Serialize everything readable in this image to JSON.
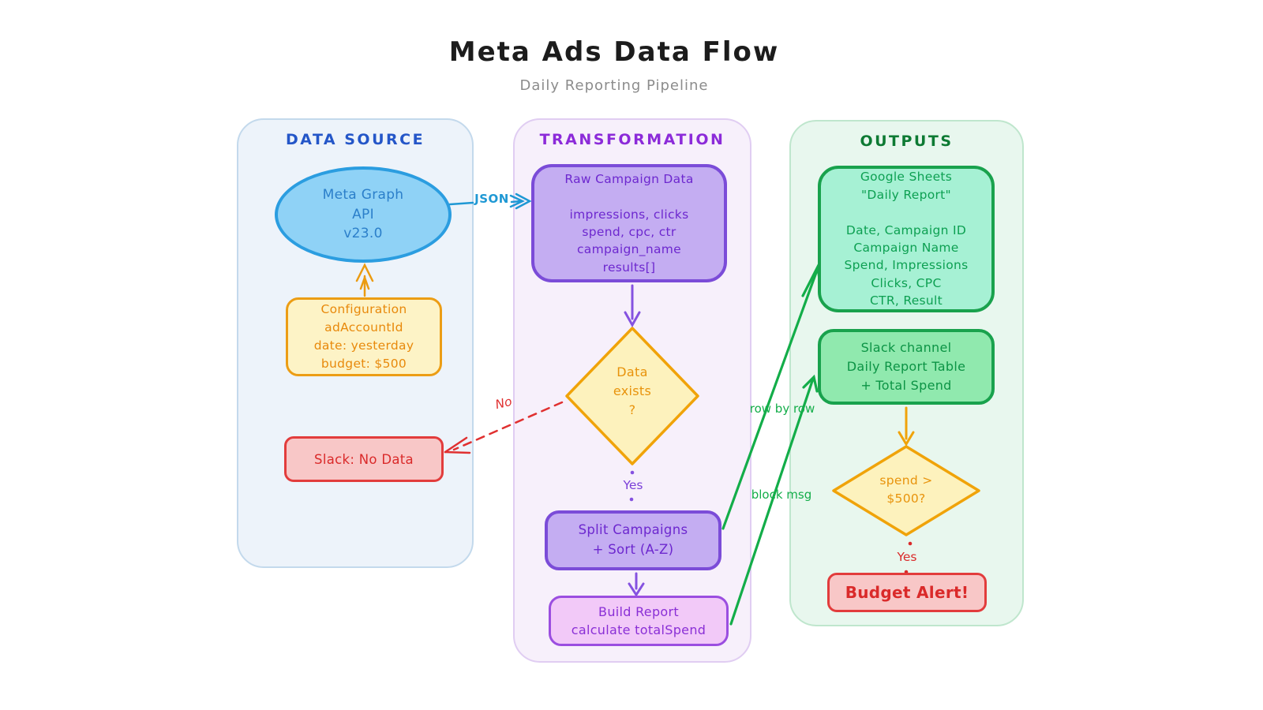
{
  "title": "Meta Ads Data Flow",
  "subtitle": "Daily Reporting Pipeline",
  "palette": {
    "data_source_blue": "#2456c8",
    "api_blue": "#2b9de0",
    "config_orange": "#ec9d14",
    "alert_red": "#e23c3c",
    "transformation_purple": "#8c2bd9",
    "node_purple": "#7b4cd8",
    "outputs_green": "#0d7a33",
    "node_green": "#19a24d",
    "edge_green": "#13ad49",
    "edge_blue": "#1f98d4",
    "decision_yellow": "#f0a309"
  },
  "data_source": {
    "header": "DATA SOURCE",
    "api": "Meta Graph\nAPI\nv23.0",
    "configuration": "Configuration\nadAccountId\ndate: yesterday\nbudget: $500",
    "slack_no_data": "Slack: No Data"
  },
  "transformation": {
    "header": "TRANSFORMATION",
    "raw_campaign_data": "Raw Campaign Data\n\nimpressions, clicks\nspend, cpc, ctr\ncampaign_name\nresults[]",
    "data_exists": "Data\nexists\n?",
    "yes_label": "Yes",
    "split_campaigns": "Split Campaigns\n+ Sort (A-Z)",
    "build_report": "Build Report\ncalculate totalSpend"
  },
  "outputs": {
    "header": "OUTPUTS",
    "google_sheets": "Google Sheets\n\"Daily Report\"\n\nDate, Campaign ID\nCampaign Name\nSpend, Impressions\nClicks, CPC\nCTR, Result",
    "slack_channel": "Slack channel\nDaily Report Table\n+ Total Spend",
    "spend_check": "spend >\n$500?",
    "yes_label": "Yes",
    "budget_alert": "Budget Alert!"
  },
  "edge_labels": {
    "json": "JSON",
    "no": "No",
    "row_by_row": "row by row",
    "block_msg": "block msg"
  }
}
